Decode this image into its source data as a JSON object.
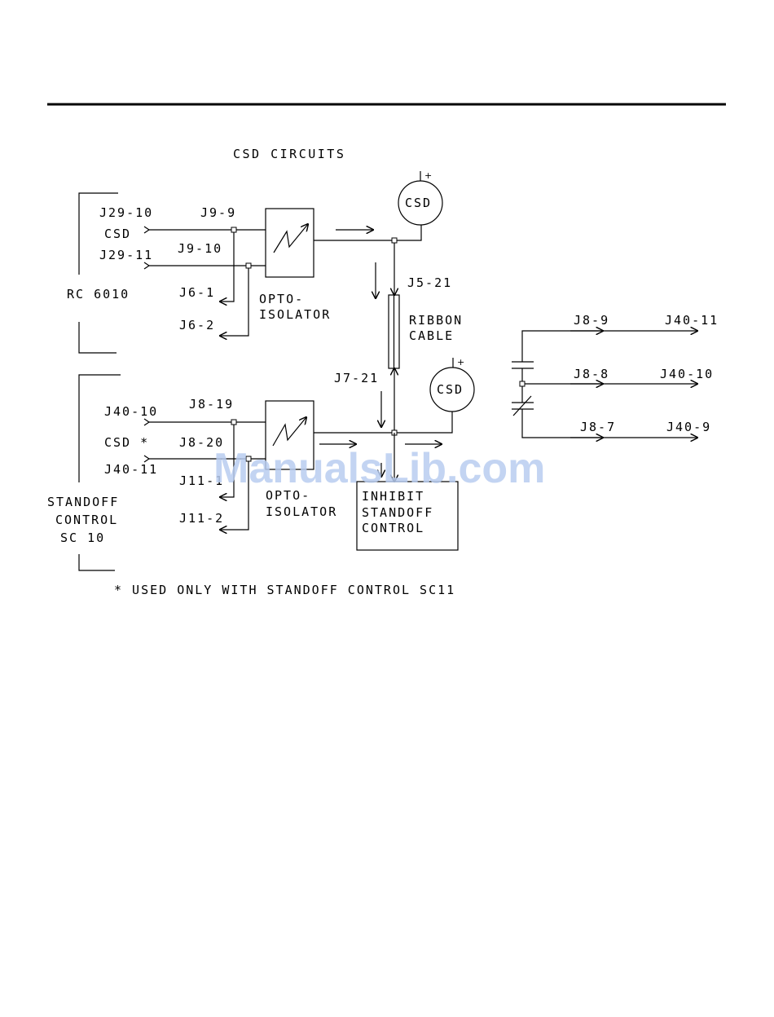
{
  "title": "CSD CIRCUITS",
  "footnote": "* USED ONLY WITH STANDOFF CONTROL SC11",
  "watermark": "ManualsLib.com",
  "sources": {
    "rc": {
      "lines": [
        "RC 6010"
      ]
    },
    "sc": {
      "lines": [
        "STANDOFF",
        "CONTROL",
        "SC 10"
      ]
    }
  },
  "top_circuit": {
    "in_top": "J29-10",
    "in_name": "CSD",
    "in_bottom": "J29-11",
    "j_a": "J9-9",
    "j_b": "J9-10",
    "out_a": "J6-1",
    "out_b": "J6-2",
    "iso_lines": [
      "OPTO-",
      "ISOLATOR"
    ],
    "csd": "CSD",
    "plus": "+"
  },
  "cable": {
    "j_top": "J5-21",
    "lines": [
      "RIBBON",
      "CABLE"
    ],
    "j_bottom": "J7-21"
  },
  "bottom_circuit": {
    "in_top": "J40-10",
    "in_name": "CSD  *",
    "in_bottom": "J40-11",
    "j_a": "J8-19",
    "j_b": "J8-20",
    "out_a": "J11-1",
    "out_b": "J11-2",
    "iso_lines": [
      "OPTO-",
      "ISOLATOR"
    ],
    "csd": "CSD",
    "plus": "+",
    "inhibit_lines": [
      "INHIBIT",
      "STANDOFF",
      "CONTROL"
    ]
  },
  "right_circuit": {
    "rows": [
      {
        "left": "J8-9",
        "right": "J40-11"
      },
      {
        "left": "J8-8",
        "right": "J40-10"
      },
      {
        "left": "J8-7",
        "right": "J40-9"
      }
    ]
  }
}
